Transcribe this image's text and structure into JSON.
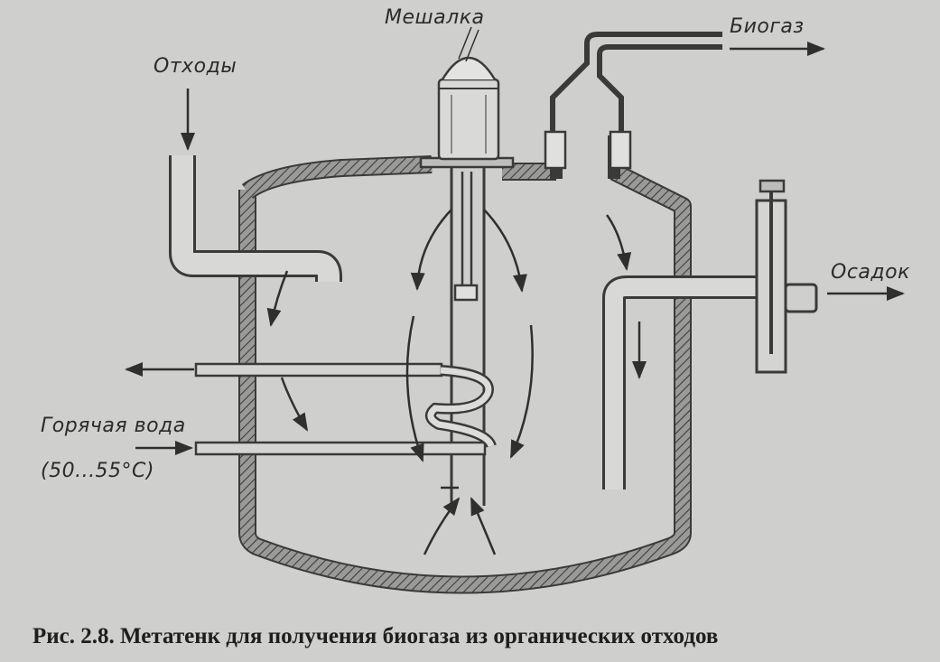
{
  "labels": {
    "stirrer": "Мешалка",
    "waste": "Отходы",
    "biogas": "Биогаз",
    "sediment": "Осадок",
    "hot_water": "Горячая вода",
    "temperature": "(50...55°C)"
  },
  "caption": "Рис. 2.8. Метатенк для получения биогаза из органических отходов",
  "colors": {
    "background": "#cfcfcd",
    "ink": "#3a3a3a",
    "wall_hatch": "#5a5a5a"
  }
}
